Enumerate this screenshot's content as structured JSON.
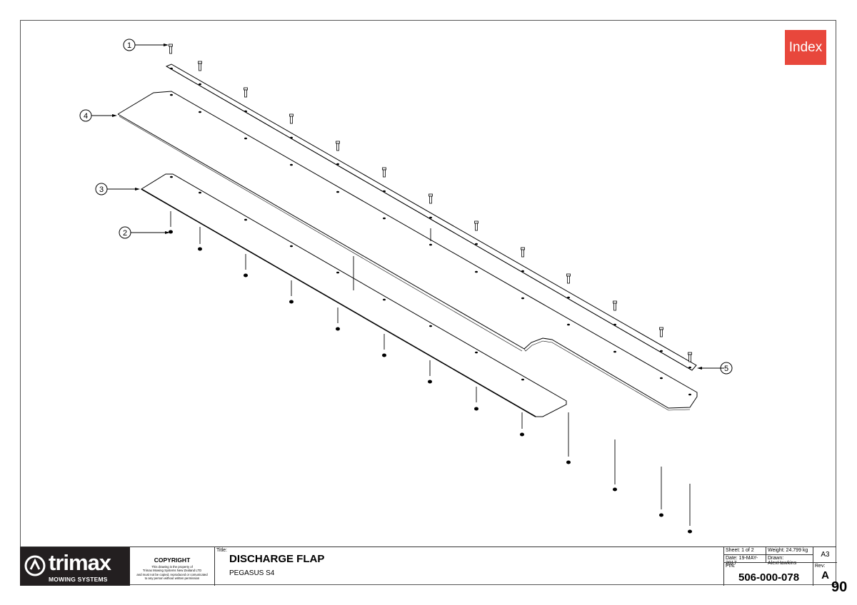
{
  "index_button": {
    "label": "Index",
    "color": "#e8473c"
  },
  "balloons": [
    "1",
    "2",
    "3",
    "4",
    "5"
  ],
  "title_block": {
    "logo": {
      "word": "trimax",
      "sub": "MOWING SYSTEMS"
    },
    "copyright": {
      "heading": "COPYRIGHT",
      "lines": [
        "This drawing is the property of",
        "Trimax Mowing Systems New Zealand LTD",
        "and must not be copied, reproduced or comunicated",
        "to any person without written permission"
      ]
    },
    "title_label": "Title:",
    "title": "DISCHARGE FLAP",
    "subtitle": "PEGASUS S4",
    "sheet": "Sheet: 1 of 2",
    "weight": "Weight: 24.799 kg",
    "size": "A3",
    "date": "Date: 19-MAY-2017",
    "drawn": "Drawn: AlexHawkins",
    "pin_label": "PIN:",
    "pin": "506-000-078",
    "rev_label": "Rev:",
    "rev": "A"
  },
  "page_number": "90"
}
